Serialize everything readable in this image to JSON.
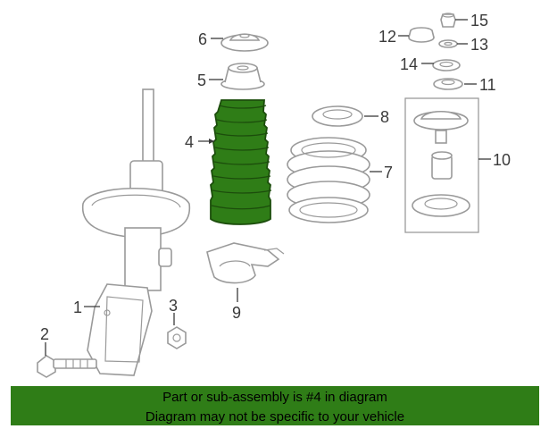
{
  "callouts": {
    "c1": "1",
    "c2": "2",
    "c3": "3",
    "c4": "4",
    "c5": "5",
    "c6": "6",
    "c7": "7",
    "c8": "8",
    "c9": "9",
    "c10": "10",
    "c11": "11",
    "c12": "12",
    "c13": "13",
    "c14": "14",
    "c15": "15"
  },
  "highlighted_part": "4",
  "colors": {
    "highlight": "#2f7d17",
    "highlight_stroke": "#1c4d0c",
    "banner": "#2f7d17",
    "line_art": "#9a9a9a"
  },
  "banner": {
    "line1": "Part or sub-assembly is #4 in diagram",
    "line2": "Diagram may not be specific to your vehicle"
  }
}
